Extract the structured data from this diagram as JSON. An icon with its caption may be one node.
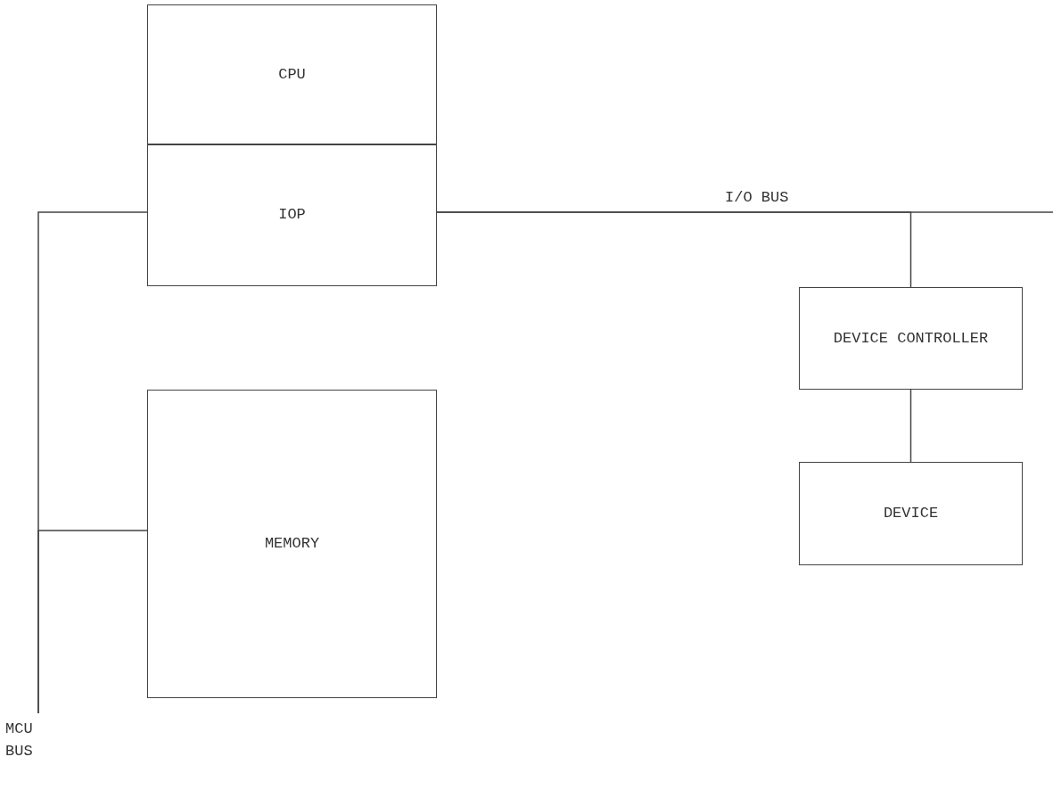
{
  "diagram": {
    "nodes": [
      {
        "text": [
          "CPU"
        ]
      },
      {
        "text": [
          "IOP"
        ]
      },
      {
        "text": [
          "MEMORY"
        ]
      },
      {
        "text": [
          "DEVICE CONTROLLER"
        ]
      },
      {
        "text": [
          "DEVICE"
        ]
      },
      {
        "text": [
          "MCU BUS"
        ]
      }
    ],
    "edges": [
      {
        "from": 1,
        "to": null,
        "arrow": "none",
        "label": "I/O BUS"
      },
      {
        "from": 1,
        "to": 3,
        "arrow": "none"
      },
      {
        "from": 3,
        "to": 4,
        "arrow": "none"
      },
      {
        "from": 1,
        "to": 5,
        "arrow": "none"
      },
      {
        "from": 2,
        "to": 5,
        "arrow": "none"
      }
    ]
  }
}
